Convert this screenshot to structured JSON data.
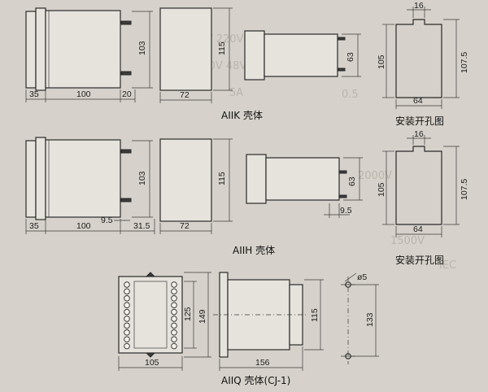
{
  "figure": {
    "captions": {
      "aiik": "AIIK 壳体",
      "aiih": "AIIH 壳体",
      "aiiq": "AIIQ 壳体(CJ-1)",
      "cutout_top": "安装开孔图",
      "cutout_mid": "安装开孔图"
    },
    "aiik_dims": {
      "side_depth_front": "35",
      "side_depth_body": "100",
      "side_depth_back": "20",
      "side_height": "103",
      "front_width": "72",
      "front_height": "115",
      "top_height": "63",
      "cutout_tab": "16",
      "cutout_height_inner": "105",
      "cutout_height_outer": "107.5",
      "cutout_width": "64"
    },
    "aiih_dims": {
      "side_depth_front": "35",
      "side_depth_body": "100",
      "terminal_offset": "9.5",
      "side_depth_back": "31.5",
      "side_height": "103",
      "front_width": "72",
      "front_height": "115",
      "top_height": "63",
      "top_offset": "9.5",
      "cutout_tab": "16",
      "cutout_height_inner": "105",
      "cutout_height_outer": "107.5",
      "cutout_width": "64"
    },
    "aiiq_dims": {
      "front_width": "105",
      "front_inner_height": "125",
      "front_outer_height": "149",
      "side_height": "115",
      "side_depth": "156",
      "hole_diameter": "ø5",
      "hole_spacing": "133"
    }
  }
}
